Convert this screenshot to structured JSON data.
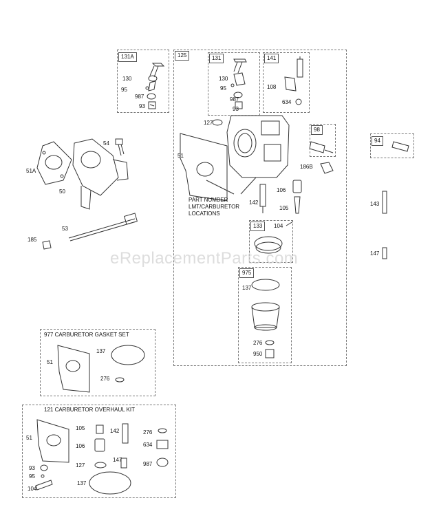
{
  "callouts": {
    "grp131A": "131A",
    "grp125": "125",
    "grp131": "131",
    "grp141": "141",
    "grp98": "98",
    "grp94": "94",
    "grp133": "133",
    "grp975": "975",
    "p130a": "130",
    "p95a": "95",
    "p987a": "987",
    "p93a": "93",
    "p130b": "130",
    "p95b": "95",
    "p987b": "987",
    "p93b": "93",
    "p108": "108",
    "p634a": "634",
    "p54": "54",
    "p51A": "51A",
    "p50": "50",
    "p53": "53",
    "p185": "185",
    "p127a": "127",
    "p51a": "51",
    "p186B": "186B",
    "p142a": "142",
    "p106a": "106",
    "p105a": "105",
    "p104a": "104",
    "p143": "143",
    "p147a": "147",
    "p137a": "137",
    "p276a": "276",
    "p950": "950",
    "p51b": "51",
    "p137b": "137",
    "p276b": "276",
    "p51c": "51",
    "p105b": "105",
    "p142b": "142",
    "p276c": "276",
    "p106b": "106",
    "p634b": "634",
    "p127b": "127",
    "p147b": "147",
    "p987c": "987",
    "p93c": "93",
    "p95c": "95",
    "p104b": "104",
    "p137c": "137"
  },
  "note": {
    "line1": "PART NUMBER",
    "line2": "LMT/CARBURETOR",
    "line3": "LOCATIONS"
  },
  "kits": {
    "gasket_set": "977 CARBURETOR GASKET SET",
    "overhaul_kit": "121 CARBURETOR OVERHAUL KIT"
  },
  "watermark": "eReplacementParts.com"
}
